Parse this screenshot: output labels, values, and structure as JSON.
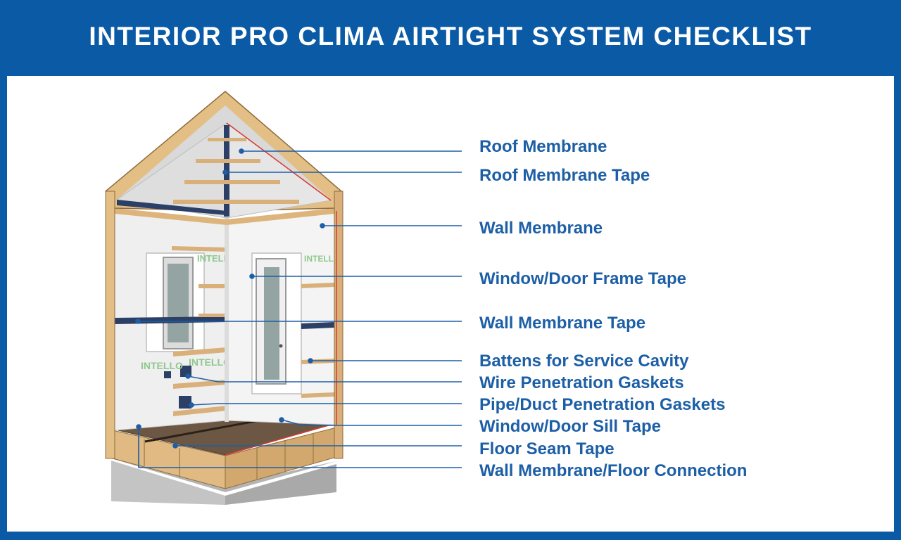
{
  "title": "INTERIOR PRO CLIMA AIRTIGHT SYSTEM CHECKLIST",
  "brand_text": "INTELLO",
  "colors": {
    "header_bg": "#0a5aa6",
    "label_text": "#1d5fa6",
    "leader_line": "#1d5fa6",
    "wood": "#e3c08a",
    "membrane": "#f1f1f1",
    "tape": "#2c3f66",
    "floor": "#6f5a45",
    "concrete": "#b9b9b9"
  },
  "callouts": [
    {
      "id": "roof-membrane",
      "label": "Roof Membrane"
    },
    {
      "id": "roof-membrane-tape",
      "label": "Roof Membrane Tape"
    },
    {
      "id": "wall-membrane",
      "label": "Wall Membrane"
    },
    {
      "id": "window-door-frame-tape",
      "label": "Window/Door Frame Tape"
    },
    {
      "id": "wall-membrane-tape",
      "label": "Wall Membrane Tape"
    },
    {
      "id": "battens-for-service-cavity",
      "label": "Battens for Service Cavity"
    },
    {
      "id": "wire-penetration-gaskets",
      "label": "Wire Penetration Gaskets"
    },
    {
      "id": "pipe-duct-penetration-gaskets",
      "label": "Pipe/Duct Penetration Gaskets"
    },
    {
      "id": "window-door-sill-tape",
      "label": "Window/Door Sill Tape"
    },
    {
      "id": "floor-seam-tape",
      "label": "Floor Seam Tape"
    },
    {
      "id": "wall-membrane-floor-connection",
      "label": "Wall Membrane/Floor Connection"
    }
  ]
}
